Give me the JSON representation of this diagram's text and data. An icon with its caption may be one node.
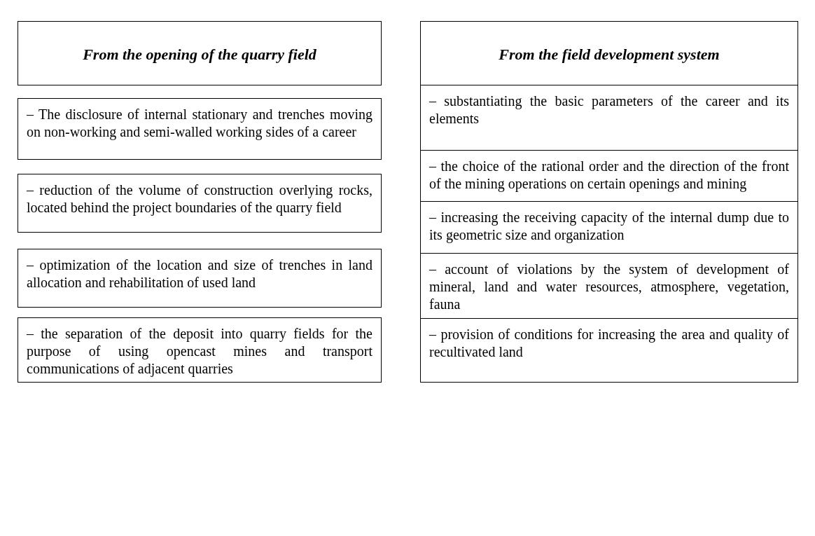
{
  "diagram": {
    "nodes": [
      {
        "text": [
          "From the opening of  the quarry field"
        ]
      },
      {
        "text": [
          "– The disclosure of internal stationary and trenches moving on non-working and semi-walled working sides of a career"
        ]
      },
      {
        "text": [
          "– reduction of the volume of construction overlying rocks, located behind the project boundaries of the quarry field"
        ]
      },
      {
        "text": [
          "– optimization of the location and size of trenches in land allocation and rehabilitation of used land"
        ]
      },
      {
        "text": [
          "– the separation of the deposit into quarry fields for the purpose of using opencast mines and transport communications of adjacent  quarries"
        ]
      },
      {
        "text": [
          "From the field development system"
        ]
      },
      {
        "text": [
          "– substantiating the basic parameters of the career and its elements"
        ]
      },
      {
        "text": [
          "– the choice of the rational order and the direction of the front of the mining operations on certain openings and mining"
        ]
      },
      {
        "text": [
          "– increasing the receiving capacity of the internal dump due to its geometric size and organization"
        ]
      },
      {
        "text": [
          "– account of violations by the system of development of mineral, land and water resources, atmosphere, vegetation, fauna"
        ]
      },
      {
        "text": [
          "– provision of conditions for increasing the area and quality of recultivated land"
        ]
      }
    ],
    "edges": []
  }
}
